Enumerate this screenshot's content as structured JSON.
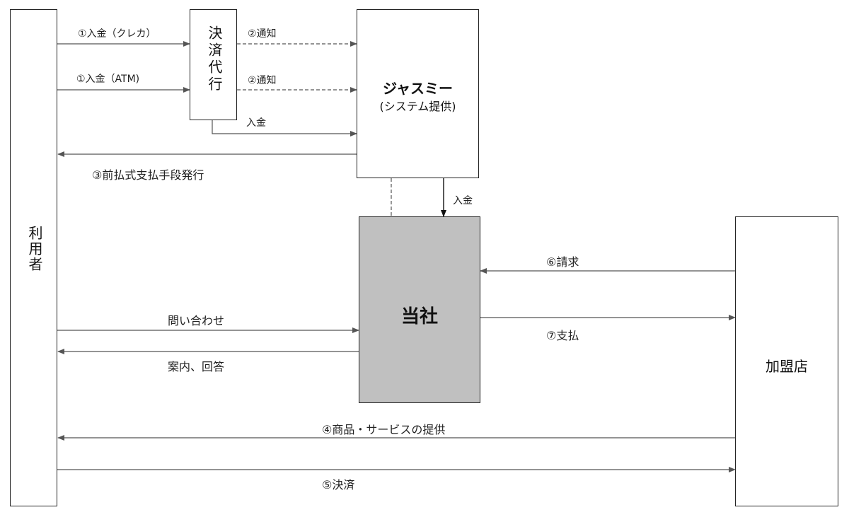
{
  "nodes": {
    "user": "利用者",
    "payment_agent": "決済代行",
    "jasmy_name": "ジャスミー",
    "jasmy_sub": "(システム提供)",
    "company": "当社",
    "merchant": "加盟店"
  },
  "edges": {
    "deposit_card": "①入金（クレカ）",
    "deposit_atm": "①入金（ATM)",
    "notify_1": "②通知",
    "notify_2": "②通知",
    "deposit_agent_to_jasmy": "入金",
    "prepaid_issue": "③前払式支払手段発行",
    "deposit_jasmy_to_company": "入金",
    "inquiry": "問い合わせ",
    "guidance": "案内、回答",
    "billing": "⑥請求",
    "payment": "⑦支払",
    "goods_service": "④商品・サービスの提供",
    "settlement": "⑤決済"
  },
  "colors": {
    "company_fill": "#c0c0c0",
    "line": "#555555",
    "box_border": "#222222"
  }
}
